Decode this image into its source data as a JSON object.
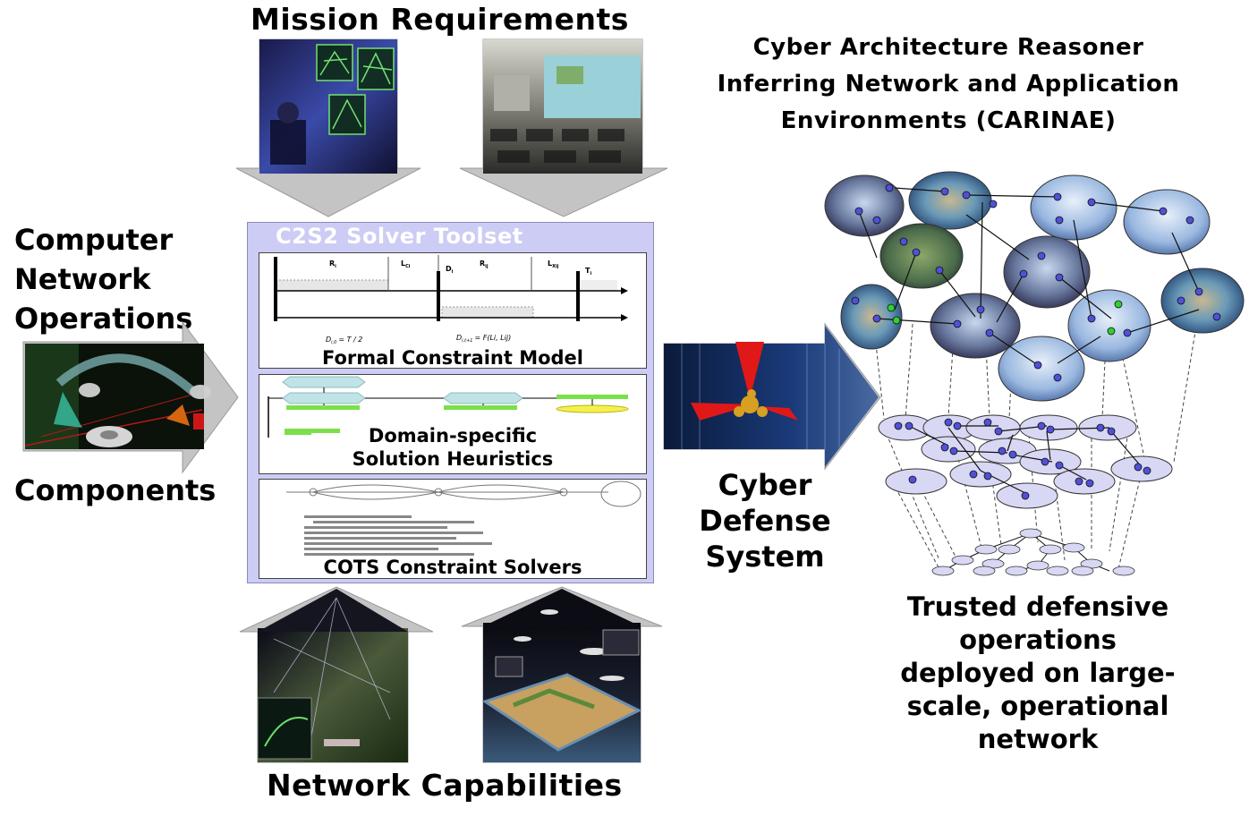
{
  "mission": {
    "title": "Mission Requirements"
  },
  "network": {
    "title": "Network Capabilities"
  },
  "cno": {
    "line1": "Computer",
    "line2": "Network",
    "line3": "Operations",
    "line4": "Components"
  },
  "solver": {
    "title": "C2S2 Solver Toolset",
    "panel1": {
      "label": "Formal Constraint Model",
      "tags": [
        "R",
        "L",
        "D",
        "R",
        "L",
        "T"
      ],
      "subs": [
        "i",
        "Ci",
        "i",
        "ij",
        "Xij",
        "i"
      ],
      "eq1": "D",
      "eq1_sub": "i,0",
      "eq1_rhs": "= T / 2",
      "eq2": "D",
      "eq2_sub": "i,t+1",
      "eq2_rhs": "= F(Li, Lij)"
    },
    "panel2": {
      "label1": "Domain-specific",
      "label2": "Solution Heuristics"
    },
    "panel3": {
      "label": "COTS Constraint Solvers"
    }
  },
  "carinae": {
    "line1": "Cyber Architecture Reasoner",
    "line2": "Inferring Network and Application",
    "line3": "Environments (CARINAE)"
  },
  "cds": {
    "line1": "Cyber",
    "line2": "Defense",
    "line3": "System"
  },
  "trusted": {
    "line1": "Trusted defensive",
    "line2": "operations",
    "line3": "deployed on large-",
    "line4": "scale, operational",
    "line5": "network"
  },
  "colors": {
    "solver_bg": "#ccccf4",
    "arrow_gray": "#c8c8c8",
    "node_blue": "#5050d8",
    "ellipse_fill": "#d8d8f4",
    "green_bar": "#7be04a",
    "cyan_hex": "#bfe3e6"
  }
}
